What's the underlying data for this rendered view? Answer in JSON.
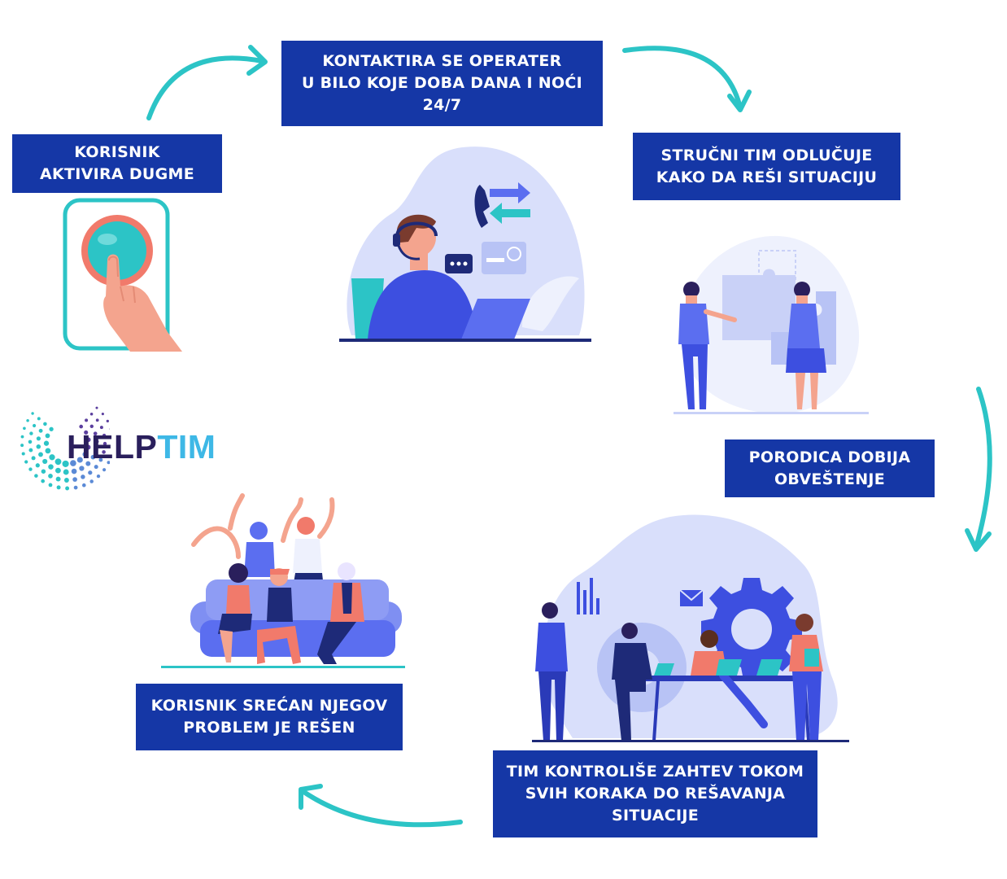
{
  "colors": {
    "box": "#1537a6",
    "arrow": "#2cc4c6",
    "blob": "#d9dffb",
    "accent": "#5b6ef0"
  },
  "logo": {
    "part1": "HELP",
    "part2": "TIM"
  },
  "steps": [
    {
      "lines": [
        "KORISNIK",
        "AKTIVIRA DUGME"
      ]
    },
    {
      "lines": [
        "KONTAKTIRA SE OPERATER",
        "U BILO KOJE DOBA DANA I NOĆI",
        "24/7"
      ]
    },
    {
      "lines": [
        "STRUČNI TIM ODLUČUJE",
        "KAKO DA REŠI SITUACIJU"
      ]
    },
    {
      "lines": [
        "PORODICA DOBIJA",
        "OBVEŠTENJE"
      ]
    },
    {
      "lines": [
        "TIM KONTROLIŠE ZAHTEV TOKOM",
        "SVIH KORAKA DO REŠAVANJA",
        "SITUACIJE"
      ]
    },
    {
      "lines": [
        "KORISNIK SREĆAN NJEGOV",
        "PROBLEM JE REŠEN"
      ]
    }
  ]
}
